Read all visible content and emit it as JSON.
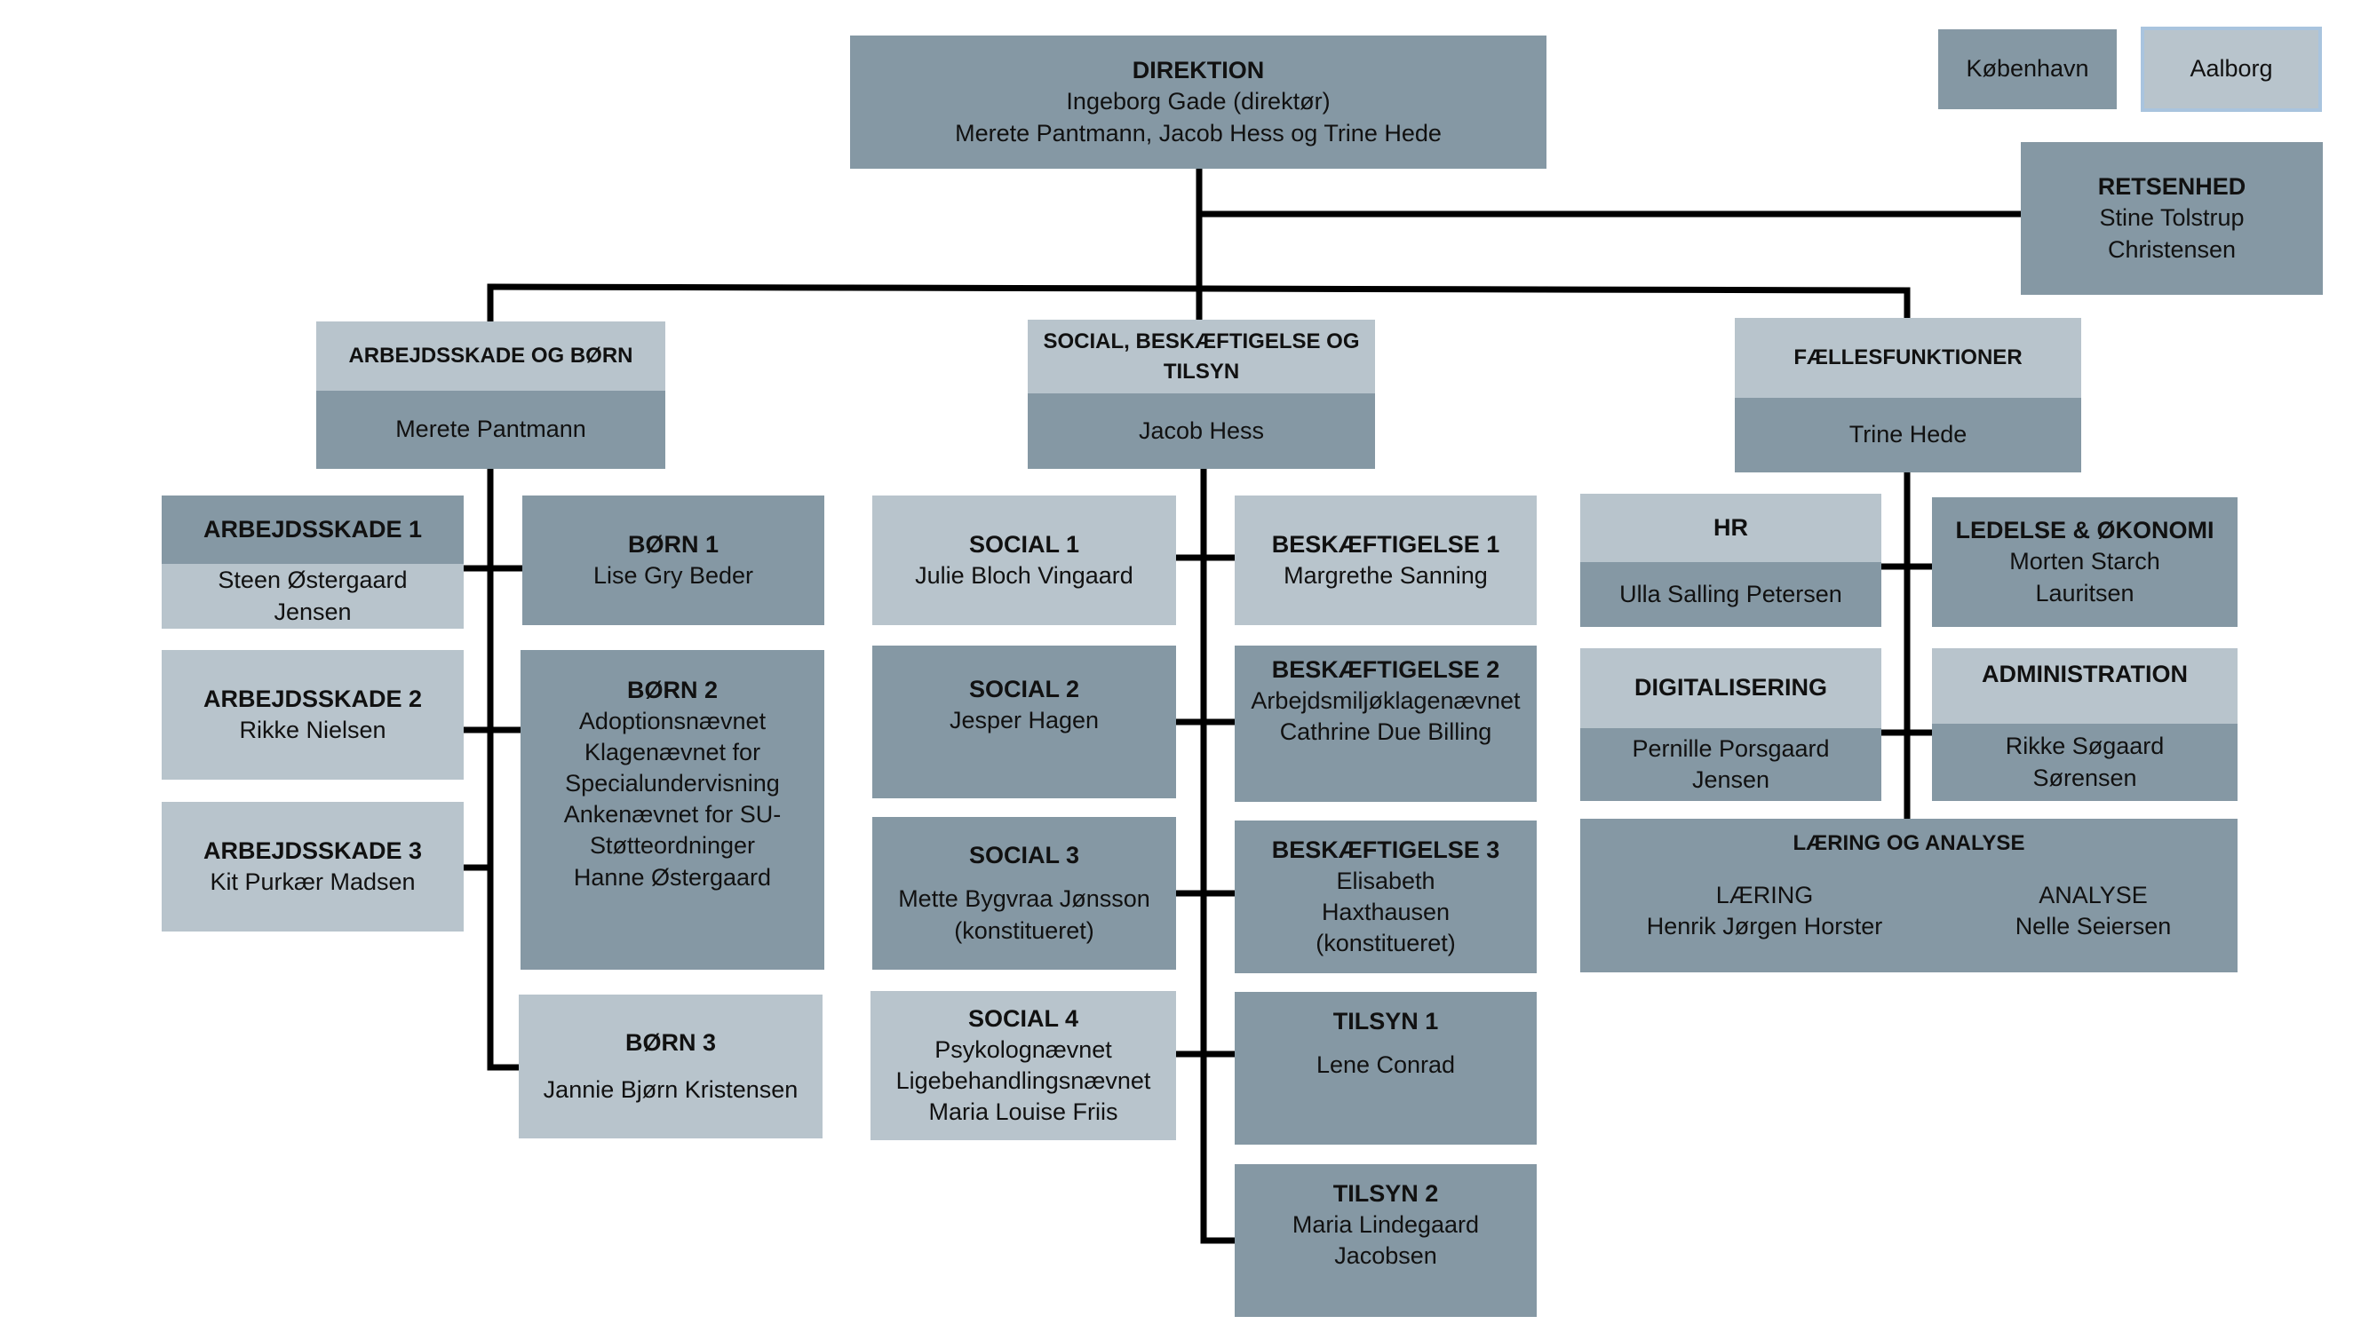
{
  "legend": {
    "copenhagen": "København",
    "aalborg": "Aalborg"
  },
  "direktion": {
    "title": "DIREKTION",
    "lines": [
      "Ingeborg Gade (direktør)",
      "Merete Pantmann, Jacob Hess og Trine Hede"
    ]
  },
  "retsenhed": {
    "title": "RETSENHED",
    "lines": [
      "Stine Tolstrup",
      "Christensen"
    ]
  },
  "divisions": {
    "arbejdsskade_boern": {
      "title": "ARBEJDSSKADE OG BØRN",
      "head": "Merete Pantmann"
    },
    "social": {
      "title_lines": [
        "SOCIAL, BESKÆFTIGELSE OG",
        "TILSYN"
      ],
      "head": "Jacob Hess"
    },
    "faelles": {
      "title": "FÆLLESFUNKTIONER",
      "head": "Trine Hede"
    }
  },
  "units": {
    "arbejdsskade1": {
      "title": "ARBEJDSSKADE 1",
      "lines": [
        "Steen Østergaard",
        "Jensen"
      ]
    },
    "arbejdsskade2": {
      "title": "ARBEJDSSKADE 2",
      "lines": [
        "Rikke Nielsen"
      ]
    },
    "arbejdsskade3": {
      "title": "ARBEJDSSKADE 3",
      "lines": [
        "Kit Purkær Madsen"
      ]
    },
    "boern1": {
      "title": "BØRN 1",
      "lines": [
        "Lise Gry Beder"
      ]
    },
    "boern2": {
      "title": "BØRN 2",
      "lines": [
        "Adoptionsnævnet",
        "Klagenævnet for",
        "Specialundervisning",
        "Ankenævnet for SU-",
        "Støtteordninger",
        "Hanne Østergaard"
      ]
    },
    "boern3": {
      "title": "BØRN 3",
      "lines": [
        "Jannie Bjørn Kristensen"
      ]
    },
    "social1": {
      "title": "SOCIAL 1",
      "lines": [
        "Julie Bloch Vingaard"
      ]
    },
    "social2": {
      "title": "SOCIAL 2",
      "lines": [
        "Jesper Hagen"
      ]
    },
    "social3": {
      "title": "SOCIAL 3",
      "lines": [
        "Mette Bygvraa Jønsson",
        "(konstitueret)"
      ]
    },
    "social4": {
      "title": "SOCIAL 4",
      "lines": [
        "Psykolognævnet",
        "Ligebehandlingsnævnet",
        "Maria Louise Friis"
      ]
    },
    "beskaeftigelse1": {
      "title": "BESKÆFTIGELSE 1",
      "lines": [
        "Margrethe Sanning"
      ]
    },
    "beskaeftigelse2": {
      "title": "BESKÆFTIGELSE 2",
      "lines": [
        "Arbejdsmiljøklagenævnet",
        "Cathrine Due Billing"
      ]
    },
    "beskaeftigelse3": {
      "title": "BESKÆFTIGELSE 3",
      "lines": [
        "Elisabeth",
        "Haxthausen",
        "(konstitueret)"
      ]
    },
    "tilsyn1": {
      "title": "TILSYN 1",
      "lines": [
        "Lene Conrad"
      ]
    },
    "tilsyn2": {
      "title": "TILSYN 2",
      "lines": [
        "Maria Lindegaard",
        "Jacobsen"
      ]
    },
    "hr": {
      "title": "HR",
      "lines": [
        "Ulla Salling Petersen"
      ]
    },
    "ledelse_oekonomi": {
      "title": "LEDELSE & ØKONOMI",
      "lines": [
        "Morten Starch",
        "Lauritsen"
      ]
    },
    "digitalisering": {
      "title": "DIGITALISERING",
      "lines": [
        "Pernille Porsgaard",
        "Jensen"
      ]
    },
    "administration": {
      "title": "ADMINISTRATION",
      "lines": [
        "Rikke Søgaard",
        "Sørensen"
      ]
    },
    "laering_analyse": {
      "title": "LÆRING OG ANALYSE",
      "laering": [
        "LÆRING",
        "Henrik Jørgen Horster"
      ],
      "analyse": [
        "ANALYSE",
        "Nelle Seiersen"
      ]
    }
  },
  "colors": {
    "dark": "#8598a4",
    "light": "#b8c4cc",
    "line": "#000000",
    "aalborg_border": "#a9c4de"
  }
}
